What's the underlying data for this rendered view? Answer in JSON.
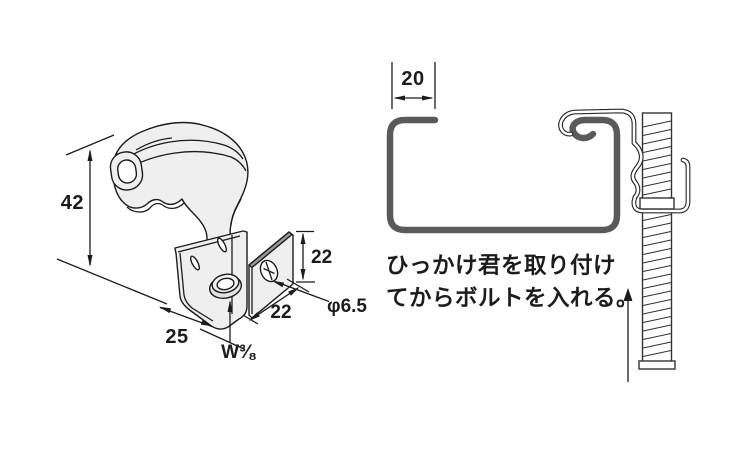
{
  "colors": {
    "background": "#ffffff",
    "line": "#1c1c1c",
    "channel_steel": "#5a5a5a",
    "metal_fill": "#efefef",
    "metal_edge_dark": "#9a9a9a"
  },
  "left_figure": {
    "dim_height": "42",
    "dim_width": "25",
    "dim_flange_height": "22",
    "dim_flange_width": "22",
    "label_hole_diameter": "φ6.5",
    "label_thread_size": "W⅜"
  },
  "right_figure": {
    "dim_lip_width": "20",
    "caption_line1": "ひっかけ君を取り付け",
    "caption_line2": "てからボルトを入れる。"
  }
}
